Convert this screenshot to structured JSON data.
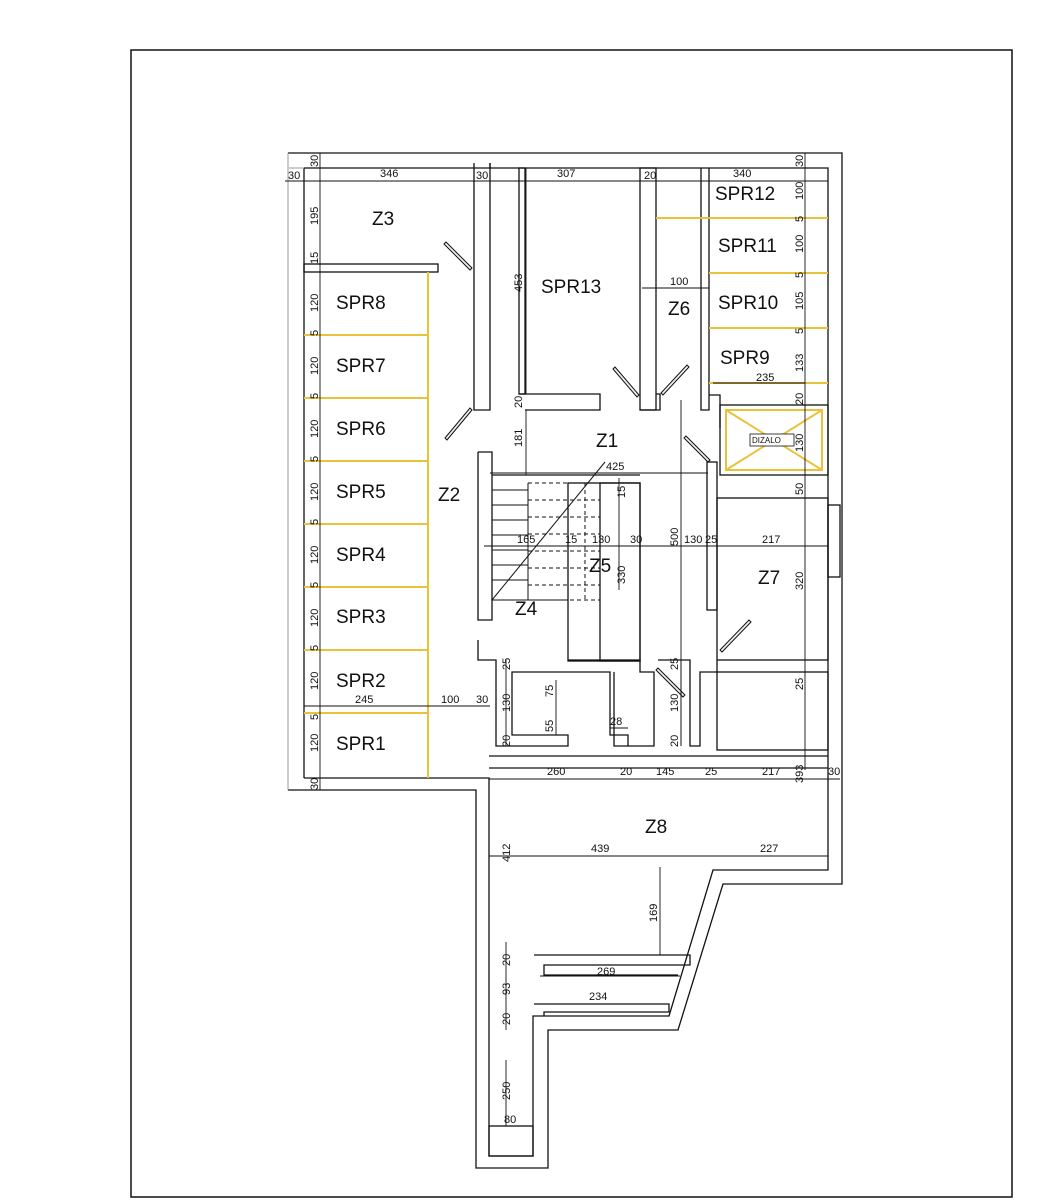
{
  "rooms": {
    "z1": "Z1",
    "z2": "Z2",
    "z3": "Z3",
    "z4": "Z4",
    "z5": "Z5",
    "z6": "Z6",
    "z7": "Z7",
    "z8": "Z8",
    "spr1": "SPR1",
    "spr2": "SPR2",
    "spr3": "SPR3",
    "spr4": "SPR4",
    "spr5": "SPR5",
    "spr6": "SPR6",
    "spr7": "SPR7",
    "spr8": "SPR8",
    "spr9": "SPR9",
    "spr10": "SPR10",
    "spr11": "SPR11",
    "spr12": "SPR12",
    "spr13": "SPR13"
  },
  "elevator_label": "DIZALO",
  "dimensions": {
    "top_30_left": "30",
    "top_346": "346",
    "top_30_mid": "30",
    "top_307": "307",
    "top_20": "20",
    "top_340": "340",
    "top_30_v": "30",
    "top_30_v_right": "30",
    "z3_195": "195",
    "z3_15": "15",
    "spr8_120": "120",
    "s5a": "5",
    "spr7_120": "120",
    "s5b": "5",
    "spr6_120": "120",
    "s5c": "5",
    "spr5_120": "120",
    "s5d": "5",
    "spr4_120": "120",
    "s5e": "5",
    "spr3_120": "120",
    "s5f": "5",
    "spr2_120": "120",
    "s5g": "5",
    "spr1_120": "120",
    "bottom_30_left": "30",
    "d245": "245",
    "d100_left": "100",
    "d30_left": "30",
    "spr13_453": "453",
    "d20_top": "20",
    "d181": "181",
    "d425": "425",
    "d100_z6": "100",
    "spr12_100": "100",
    "s5h": "5",
    "spr11_100": "100",
    "s5i": "5",
    "spr10_105": "105",
    "s5j": "5",
    "spr9_133": "133",
    "d235": "235",
    "d20_right": "20",
    "d130_right": "130",
    "d50": "50",
    "d15": "15",
    "d165": "165",
    "d15b": "15",
    "d130_mid": "130",
    "d30_mid": "30",
    "d330": "330",
    "d500": "500",
    "d130b": "130",
    "d25b": "25",
    "d217": "217",
    "d320": "320",
    "d25_l": "25",
    "d130_l": "130",
    "d20_l": "20",
    "d75": "75",
    "d55": "55",
    "d28": "28",
    "d25_r": "25",
    "d130_r": "130",
    "d20_r": "20",
    "d25_z7": "25",
    "d260": "260",
    "d20_b": "20",
    "d145": "145",
    "d25_b": "25",
    "d217_b": "217",
    "d393": "393",
    "d30_b": "30",
    "d412": "412",
    "d439": "439",
    "d227": "227",
    "d169": "169",
    "d20_c": "20",
    "d269": "269",
    "d93": "93",
    "d234": "234",
    "d20_d": "20",
    "d250": "250",
    "d80": "80"
  }
}
